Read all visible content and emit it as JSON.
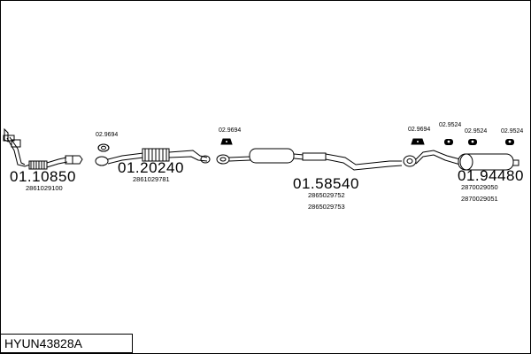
{
  "reference": "HYUN43828A",
  "parts": [
    {
      "number": "01.10850",
      "oem": [
        "2861029100"
      ]
    },
    {
      "number": "01.20240",
      "oem": [
        "2861029781"
      ]
    },
    {
      "number": "01.58540",
      "oem": [
        "2865029752",
        "2865029753"
      ]
    },
    {
      "number": "01.94480",
      "oem": [
        "2870029050",
        "2870029051"
      ]
    }
  ],
  "accessories": [
    {
      "number": "02.9694"
    },
    {
      "number": "02.9694"
    },
    {
      "number": "02.9694"
    },
    {
      "number": "02.9524"
    },
    {
      "number": "02.9524"
    },
    {
      "number": "02.9524"
    }
  ]
}
